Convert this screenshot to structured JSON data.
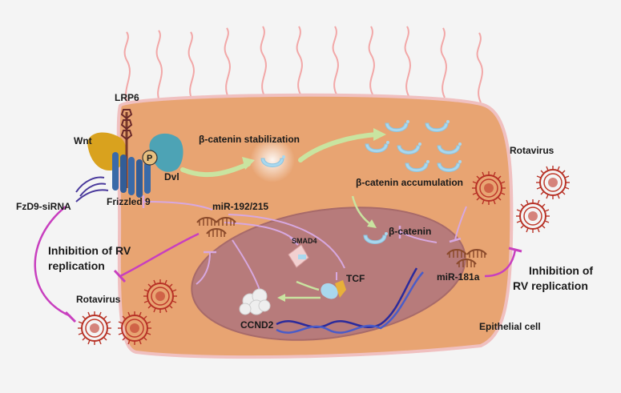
{
  "labels": {
    "lrp6": "LRP6",
    "wnt": "Wnt",
    "p": "P",
    "dvl": "Dvl",
    "frizzled": "Frizzled 9",
    "sirna": "FzD9-siRNA",
    "stabilization": "β-catenin stabilization",
    "accumulation": "β-catenin accumulation",
    "rotavirus_right": "Rotavirus",
    "mir192": "miR-192/215",
    "smad4": "SMAD4",
    "beta_catenin": "β-catenin",
    "tcf": "TCF",
    "ccnd2": "CCND2",
    "mir181": "miR-181a",
    "inhibition_left_1": "Inhibition of RV",
    "inhibition_left_2": "replication",
    "rotavirus_left": "Rotavirus",
    "inhibition_right_1": "Inhibition of",
    "inhibition_right_2": "RV replication",
    "epithelial": "Epithelial cell"
  },
  "colors": {
    "background": "#f4f4f4",
    "cell": "#e8a472",
    "cell_border": "#f0c0c0",
    "nucleus": "#b77b7b",
    "inhibit": "#c83fbf",
    "arrow_green": "#c9e4a0",
    "virus": "#c0392b",
    "beta_catenin": "#a9d8ee",
    "dna": "#2a2a9c",
    "wnt": "#d9a21e",
    "receptor": "#3a6aa8"
  }
}
